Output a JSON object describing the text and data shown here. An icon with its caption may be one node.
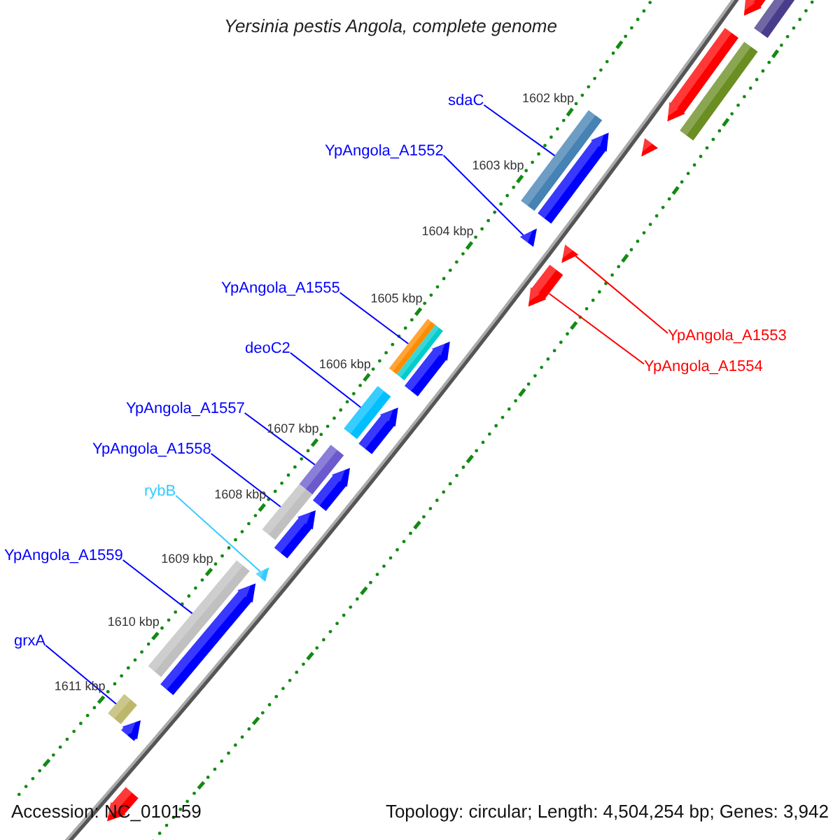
{
  "diagram": {
    "title": "Yersinia pestis Angola, complete genome",
    "nodes": [
      {
        "text": [
          "sdaC"
        ]
      },
      {
        "text": [
          "YpAngola_A1552"
        ]
      },
      {
        "text": [
          "YpAngola_A1555"
        ]
      },
      {
        "text": [
          "YpAngola_A1553"
        ]
      },
      {
        "text": [
          "deoC2"
        ]
      },
      {
        "text": [
          "YpAngola_A1554"
        ]
      },
      {
        "text": [
          "YpAngola_A1557"
        ]
      },
      {
        "text": [
          "YpAngola_A1558"
        ]
      },
      {
        "text": [
          "rybB"
        ]
      },
      {
        "text": [
          "YpAngola_A1559"
        ]
      },
      {
        "text": [
          "grxA"
        ]
      },
      {
        "text": [],
        "shape": "bar"
      },
      {
        "text": [],
        "shape": "arrow"
      },
      {
        "text": [],
        "shape": "arrow"
      },
      {
        "text": [],
        "shape": "bar"
      },
      {
        "text": [],
        "shape": "arrow"
      },
      {
        "text": [],
        "shape": "bar"
      },
      {
        "text": [],
        "shape": "arrow"
      },
      {
        "text": [],
        "shape": "arrow"
      },
      {
        "text": [],
        "shape": "arrow"
      },
      {
        "text": [],
        "shape": "arrow"
      },
      {
        "text": [],
        "shape": "bar"
      },
      {
        "text": [],
        "shape": "bar"
      },
      {
        "text": [],
        "shape": "arrow"
      },
      {
        "text": [],
        "shape": "bar"
      },
      {
        "text": [],
        "shape": "arrow"
      },
      {
        "text": [],
        "shape": "bar"
      },
      {
        "text": [],
        "shape": "arrow"
      },
      {
        "text": [],
        "shape": "bar"
      },
      {
        "text": [],
        "shape": "arrow"
      },
      {
        "text": [],
        "shape": "arrow"
      },
      {
        "text": [],
        "shape": "bar"
      },
      {
        "text": [],
        "shape": "arrow"
      },
      {
        "text": [],
        "shape": "bar"
      },
      {
        "text": [],
        "shape": "arrow"
      },
      {
        "text": [],
        "shape": "arrow"
      }
    ],
    "edges": [
      {
        "from": 0,
        "to": 16,
        "arrow": "none"
      },
      {
        "from": 1,
        "to": 18,
        "arrow": "none"
      },
      {
        "from": 2,
        "to": 21,
        "arrow": "none"
      },
      {
        "from": 3,
        "to": 19,
        "arrow": "none",
        "color": "#ff0000"
      },
      {
        "from": 4,
        "to": 24,
        "arrow": "none"
      },
      {
        "from": 5,
        "to": 20,
        "arrow": "none",
        "color": "#ff0000"
      },
      {
        "from": 6,
        "to": 26,
        "arrow": "none"
      },
      {
        "from": 7,
        "to": 28,
        "arrow": "none"
      },
      {
        "from": 8,
        "to": 30,
        "arrow": "none",
        "color": "#33ccff"
      },
      {
        "from": 9,
        "to": 31,
        "arrow": "none"
      },
      {
        "from": 10,
        "to": 33,
        "arrow": "none"
      }
    ],
    "labels": [
      "1602 kbp",
      "1603 kbp",
      "1604 kbp",
      "1605 kbp",
      "1606 kbp",
      "1607 kbp",
      "1608 kbp",
      "1609 kbp",
      "1610 kbp",
      "1611 kbp",
      "Accession: NC_010159",
      "Topology: circular; Length: 4,504,254 bp; Genes: 3,942"
    ]
  }
}
